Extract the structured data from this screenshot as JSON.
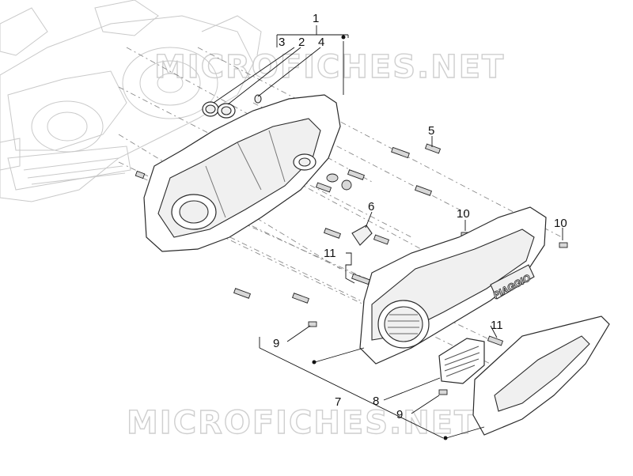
{
  "watermarks": [
    "MICROFICHES.NET",
    "MICROFICHES.NET"
  ],
  "brand_label": "PIAGGIO",
  "callouts": [
    "1",
    "3",
    "2",
    "4",
    "5",
    "6",
    "10",
    "10",
    "11",
    "11",
    "9",
    "9",
    "7",
    "8"
  ],
  "note": "exploded parts view, transmission cover"
}
